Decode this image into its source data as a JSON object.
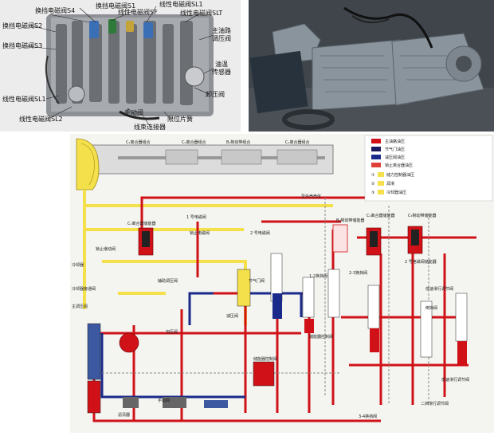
{
  "photo_left": {
    "callouts": {
      "s4": "换挡电磁阀S4",
      "s1": "换挡电磁阀S1",
      "sl1": "线性电磁阀SL1",
      "sf": "线性电磁阀SF",
      "slt": "线性电磁阀SLT",
      "s2": "换挡电磁阀S2",
      "s3": "换挡电磁阀S3",
      "main_line": "主油路",
      "regulator": "调压阀",
      "oil_temp": "油温",
      "sensor": "传感器",
      "relief": "卸压阀",
      "sl1_lower": "线性电磁阀SL1",
      "sl2": "线性电磁阀SL2",
      "manual": "手动阀",
      "limit_spring": "限位片簧",
      "harness": "线束连接器"
    }
  },
  "diagram": {
    "legend": [
      {
        "num": "",
        "label": "主油路油压",
        "color": "#d01218"
      },
      {
        "num": "",
        "label": "节气门油压",
        "color": "#1a1a60"
      },
      {
        "num": "",
        "label": "减压阀油压",
        "color": "#1a2a8a"
      },
      {
        "num": "",
        "label": "锁止离合器油压",
        "color": "#e0403a"
      },
      {
        "num": "①",
        "label": "储力控制器油压",
        "color": "#f3e04a"
      },
      {
        "num": "②",
        "label": "润滑",
        "color": "#f3e04a"
      },
      {
        "num": "③",
        "label": "冷却器油压",
        "color": "#f3e04a"
      }
    ],
    "top_labels": {
      "c1": "C₁离合器组合",
      "c2": "C₂离合器组合",
      "b1": "B₁制动带组合",
      "c3": "C₃离合器组合",
      "to_bottom": "至外壳壳体"
    },
    "labels": {
      "c1_accumulator": "C₁离合器储能器",
      "solenoid1": "1 号电磁阀",
      "clutch_solenoid": "锁止电磁阀",
      "solenoid2": "2 号电磁阀",
      "b1_accum": "B₁制动带储能器",
      "c2_accum": "C₂离合器储能器",
      "c3_accum": "C₃制动带储能器",
      "solenoid2_right": "2 号电磁阀储能器",
      "cooler": "冷却器",
      "cooler_bypass": "冷却器旁通阀",
      "lockup_valve": "锁止继动阀",
      "main_reg": "主调压阀",
      "throttle_valve": "节气门阀",
      "aux_reg": "辅助调压阀",
      "reducer": "减压阀",
      "shift_12": "1-2换挡阀",
      "shift_23": "2-3换挡阀",
      "shift_34": "3-4换挡阀",
      "low_coast": "低速滑行调节阀",
      "reverse_reg": "倒挡阀",
      "accum_ctrl": "储能器控制阀",
      "pressure_valve": "加压阀",
      "manual_valve": "手动阀",
      "filter": "滤清器",
      "accum_ctrl2": "储能器控制阀",
      "low_coast2": "低速滑行调节阀",
      "second_coast": "二挡滑行调节阀"
    }
  }
}
